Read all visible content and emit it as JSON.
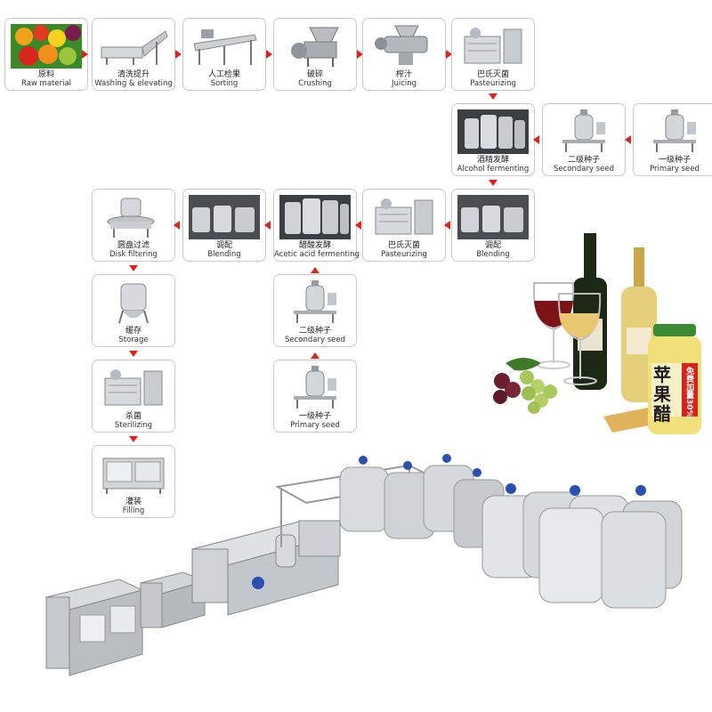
{
  "steps": [
    {
      "id": "raw",
      "zh": "原料",
      "en": "Raw material",
      "icon": "fruit-icon"
    },
    {
      "id": "wash",
      "zh": "清洗提升",
      "en": "Washing & elevating",
      "icon": "washing-conveyor-icon"
    },
    {
      "id": "sort",
      "zh": "人工检果",
      "en": "Sorting",
      "icon": "sorting-table-icon"
    },
    {
      "id": "crush",
      "zh": "破碎",
      "en": "Crushing",
      "icon": "crusher-icon"
    },
    {
      "id": "juice",
      "zh": "榨汁",
      "en": "Juicing",
      "icon": "juicer-icon"
    },
    {
      "id": "past1",
      "zh": "巴氏灭菌",
      "en": "Pasteurizing",
      "icon": "pasteurizer-icon"
    },
    {
      "id": "ferm1",
      "zh": "酒精发酵",
      "en": "Alcohol fermenting",
      "icon": "fermentation-tanks-icon"
    },
    {
      "id": "seed2a",
      "zh": "二级种子",
      "en": "Secondary seed",
      "icon": "seed-tank-icon"
    },
    {
      "id": "seed1a",
      "zh": "一级种子",
      "en": "Primary seed",
      "icon": "seed-tank-icon"
    },
    {
      "id": "disk",
      "zh": "圆盘过滤",
      "en": "Disk filtering",
      "icon": "disk-filter-icon"
    },
    {
      "id": "blend2",
      "zh": "调配",
      "en": "Blending",
      "icon": "blending-tanks-icon"
    },
    {
      "id": "ferm2",
      "zh": "醋酸发酵",
      "en": "Acetic acid fermenting",
      "icon": "fermentation-tanks-icon"
    },
    {
      "id": "past2",
      "zh": "巴氏灭菌",
      "en": "Pasteurizing",
      "icon": "pasteurizer-icon"
    },
    {
      "id": "blend1",
      "zh": "调配",
      "en": "Blending",
      "icon": "blending-tanks-icon"
    },
    {
      "id": "storage",
      "zh": "缓存",
      "en": "Storage",
      "icon": "storage-tank-icon"
    },
    {
      "id": "seed2b",
      "zh": "二级种子",
      "en": "Secondary seed",
      "icon": "seed-tank-icon"
    },
    {
      "id": "sterilize",
      "zh": "杀菌",
      "en": "Sterilizing",
      "icon": "sterilizer-icon"
    },
    {
      "id": "seed1b",
      "zh": "一级种子",
      "en": "Primary seed",
      "icon": "seed-tank-icon"
    },
    {
      "id": "fill",
      "zh": "灌装",
      "en": "Filling",
      "icon": "filling-machine-icon"
    }
  ],
  "product": {
    "bottle_text": "苹果醋",
    "badge_text": "免费加量30%"
  },
  "colors": {
    "arrow": "#e0221c",
    "steel": "#c8ccd0",
    "steel_dark": "#8e9398",
    "motor": "#2a4fb0",
    "wine_red": "#7a1418",
    "wine_white": "#e8c770"
  }
}
